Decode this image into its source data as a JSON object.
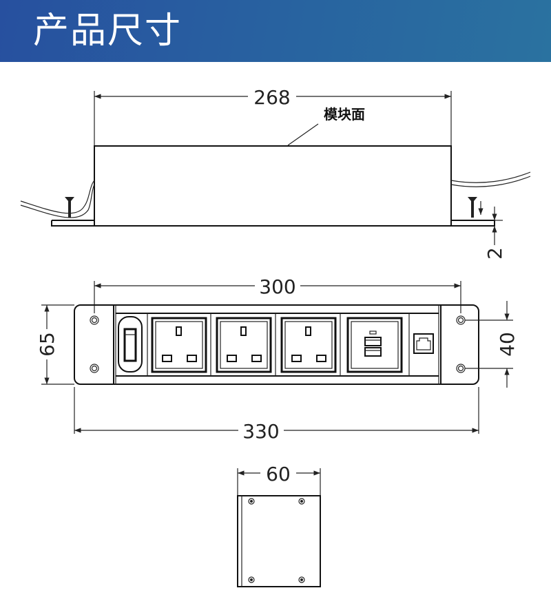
{
  "header": {
    "title": "产品尺寸"
  },
  "side_view": {
    "length_label": "268",
    "panel_label": "模块面",
    "flange_label": "2"
  },
  "front_view": {
    "inner_length_label": "300",
    "height_label": "65",
    "hole_spacing_label": "40",
    "overall_length_label": "330"
  },
  "end_view": {
    "width_label": "60"
  },
  "colors": {
    "header_start": "#27509f",
    "header_end": "#2a72a0",
    "line": "#222222"
  }
}
